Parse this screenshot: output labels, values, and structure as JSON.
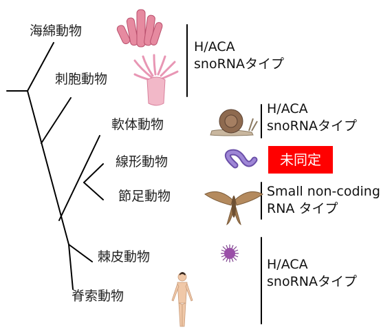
{
  "taxa": {
    "porifera": "海綿動物",
    "cnidaria": "刺胞動物",
    "mollusca": "軟体動物",
    "nematoda": "線形動物",
    "arthropoda": "節足動物",
    "echinodermata": "棘皮動物",
    "chordata": "脊索動物"
  },
  "rna_types": {
    "group1": {
      "line1": "H/ACA",
      "line2": "snoRNAタイプ"
    },
    "group2": {
      "line1": "H/ACA",
      "line2": "snoRNAタイプ"
    },
    "unidentified": "未同定",
    "group3": {
      "line1": "Small non-coding",
      "line2": "RNA タイプ"
    },
    "group4": {
      "line1": "H/ACA",
      "line2": "snoRNAタイプ"
    }
  },
  "illustrations": [
    "sponge-icon",
    "sea-anemone-icon",
    "snail-icon",
    "worm-icon",
    "moth-icon",
    "sea-urchin-icon",
    "human-icon"
  ],
  "colors": {
    "unidentified_bg": "#ff0000",
    "tree_line": "#000000"
  }
}
